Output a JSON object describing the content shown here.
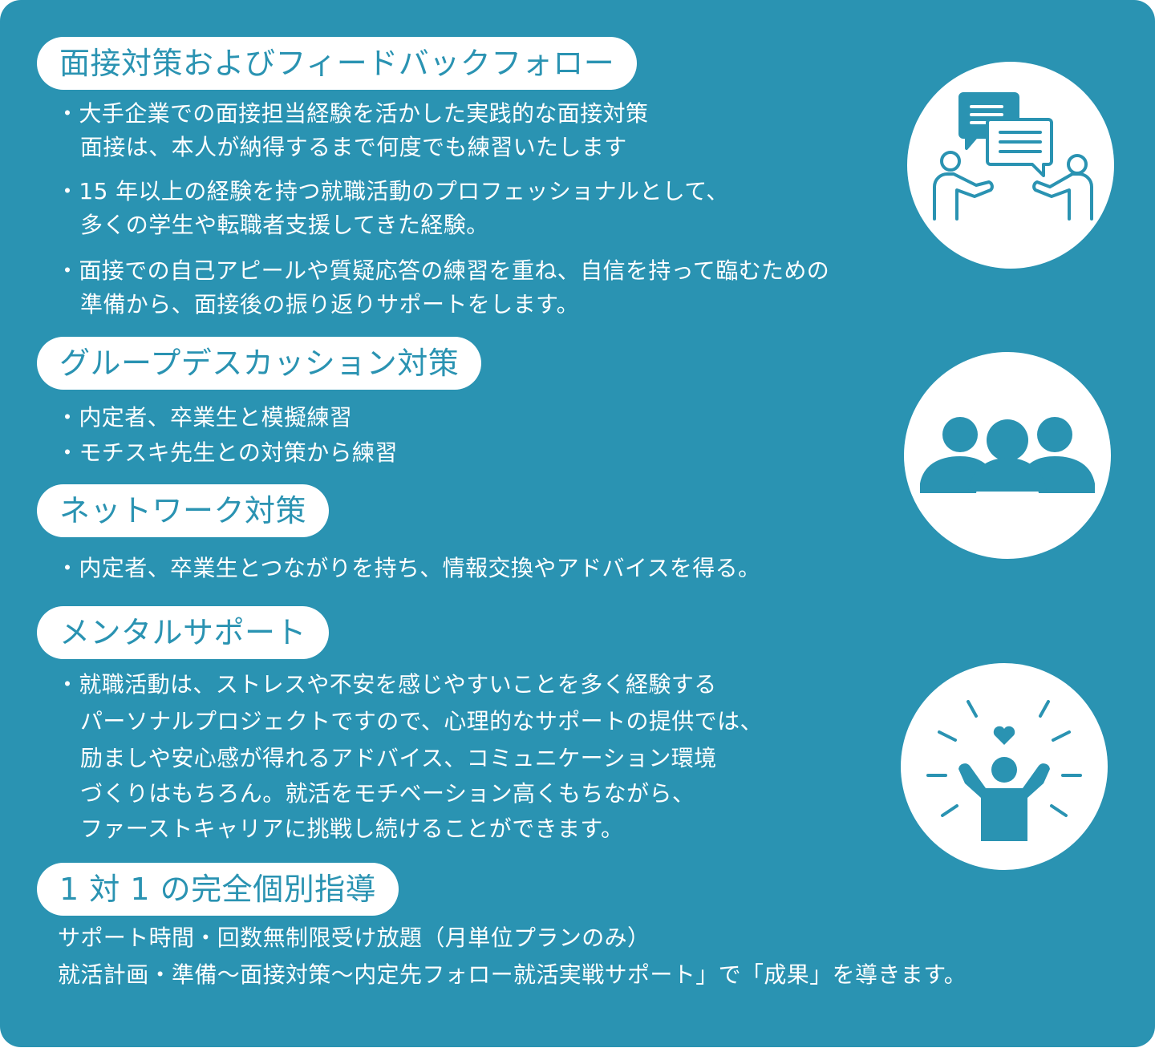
{
  "sections": {
    "interview": {
      "heading": "面接対策およびフィードバックフォロー",
      "lines": [
        "・大手企業での面接担当経験を活かした実践的な面接対策",
        "面接は、本人が納得するまで何度でも練習いたします",
        "・15 年以上の経験を持つ就職活動のプロフェッショナルとして、",
        "多くの学生や転職者支援してきた経験。",
        "・面接での自己アピールや質疑応答の練習を重ね、自信を持って臨むための",
        "準備から、面接後の振り返りサポートをします。"
      ]
    },
    "group": {
      "heading": "グループデスカッション対策",
      "lines": [
        "・内定者、卒業生と模擬練習",
        "・モチスキ先生との対策から練習"
      ]
    },
    "network": {
      "heading": "ネットワーク対策",
      "lines": [
        "・内定者、卒業生とつながりを持ち、情報交換やアドバイスを得る。"
      ]
    },
    "mental": {
      "heading": "メンタルサポート",
      "lines": [
        "・就職活動は、ストレスや不安を感じやすいことを多く経験する",
        "パーソナルプロジェクトですので、心理的なサポートの提供では、",
        "励ましや安心感が得れるアドバイス、コミュニケーション環境",
        "づくりはもちろん。就活をモチベーション高くもちながら、",
        "ファーストキャリアに挑戦し続けることができます。"
      ]
    },
    "individual": {
      "heading": "1 対 1 の完全個別指導",
      "lines": [
        "サポート時間・回数無制限受け放題（月単位プランのみ）",
        "就活計画・準備〜面接対策〜内定先フォロー就活実戦サポート」で「成果」を導きます。"
      ]
    }
  },
  "icons": {
    "interview": "conversation-icon",
    "group": "group-people-icon",
    "mental": "cheering-person-heart-icon"
  },
  "colors": {
    "background": "#2a93b2",
    "pill": "#ffffff",
    "text": "#ffffff"
  }
}
